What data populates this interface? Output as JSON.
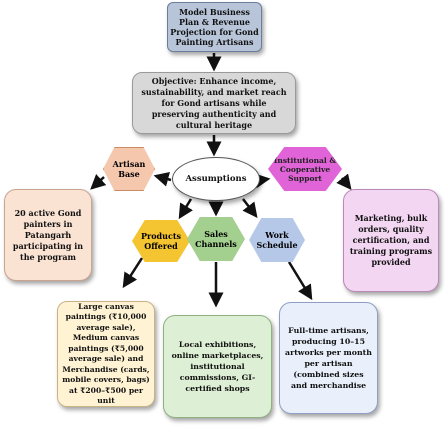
{
  "nodes": {
    "title": "Model Business Plan & Revenue Projection for Gond Painting Artisans",
    "objective": "Objective: Enhance income, sustainability, and market reach for Gond artisans while preserving authenticity and cultural heritage",
    "assumptions": "Assumptions",
    "artisan_base": "Artisan Base",
    "institutional_support": "Institutional & Cooperative Support",
    "products_offered": "Products Offered",
    "sales_channels": "Sales Channels",
    "work_schedule": "Work Schedule"
  },
  "details": {
    "artisan_base": "20 active Gond painters in Patangarh participating in the program",
    "institutional_support": "Marketing, bulk orders, quality certification, and training programs provided",
    "products_offered": "Large canvas paintings (₹10,000 average sale), Medium canvas paintings (₹5,000 average sale) and Merchandise (cards, mobile covers, bags) at ₹200–₹500 per unit",
    "sales_channels": "Local exhibitions, online marketplaces, institutional commissions, GI-certified shops",
    "work_schedule": "Full-time artisans, producing 10–15 artworks per month per artisan (combined sizes and merchandise"
  },
  "colors": {
    "title": "#b8c5d9",
    "objective": "#d8d8d8",
    "artisan_base": "#f5c7ad",
    "institutional_support": "#e064d7",
    "products_offered": "#f4c431",
    "sales_channels": "#a3cf8f",
    "work_schedule": "#b6c8e8",
    "arrow": "#111111"
  }
}
